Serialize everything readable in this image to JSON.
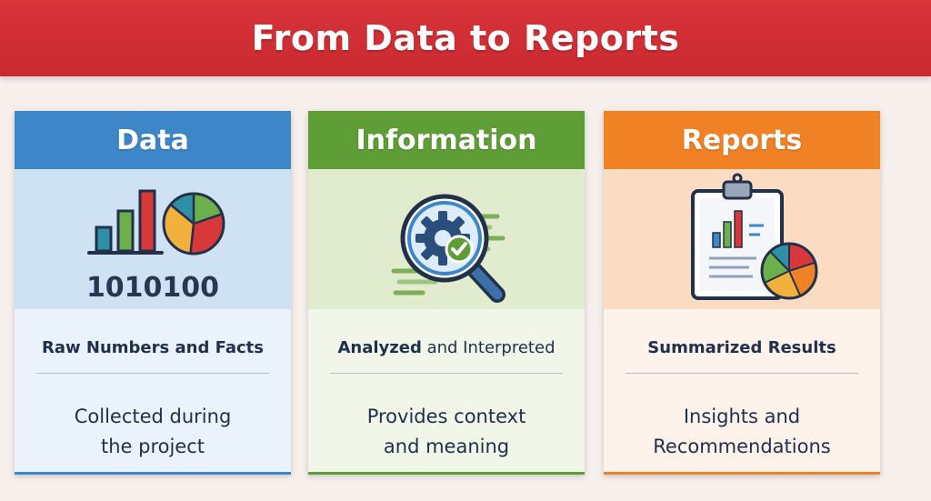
{
  "title": "From Data to Reports",
  "cards": [
    {
      "heading": "Data",
      "binary": "1010100",
      "subtitle_bold": "Raw Numbers and Facts",
      "subtitle_rest": "",
      "desc_line1": "Collected during",
      "desc_line2": "the project",
      "color": "#3d86c8",
      "icon": "bar-chart-and-pie-chart"
    },
    {
      "heading": "Information",
      "subtitle_bold": "Analyzed",
      "subtitle_rest": " and Interpreted",
      "desc_line1": "Provides context",
      "desc_line2": "and meaning",
      "color": "#5f9e37",
      "icon": "magnifier-gear-check"
    },
    {
      "heading": "Reports",
      "subtitle_bold": "Summarized Results",
      "subtitle_rest": "",
      "desc_line1": "Insights and",
      "desc_line2": "Recommendations",
      "color": "#f08125",
      "icon": "clipboard-report"
    }
  ]
}
